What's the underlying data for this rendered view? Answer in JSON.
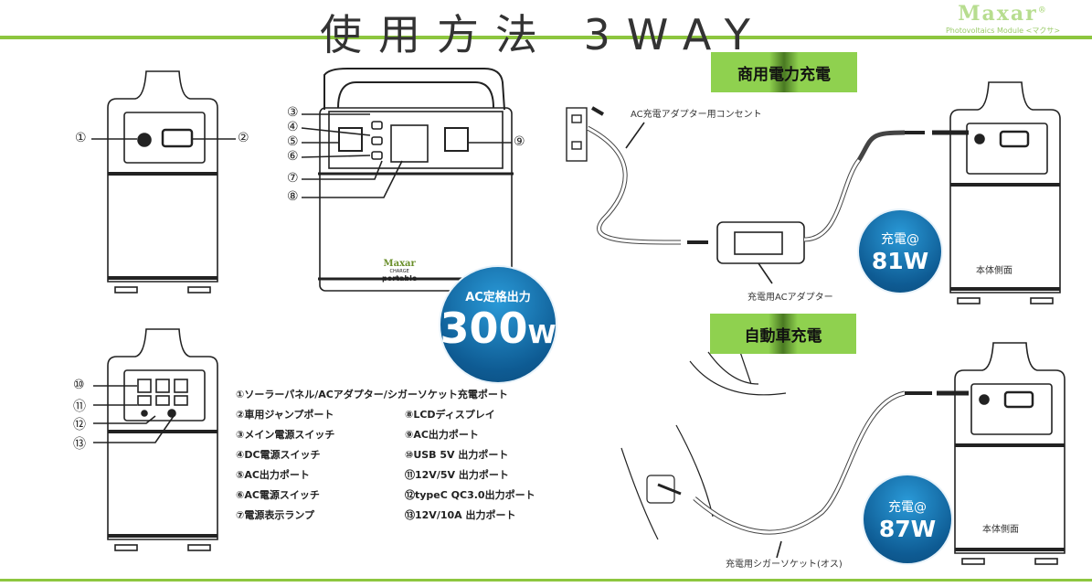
{
  "header": {
    "title": "使用方法 3WAY",
    "logo": {
      "brand": "Maxar",
      "registered": "®",
      "tagline": "Photovoltaics Module <マクサ>"
    }
  },
  "callouts": [
    "①",
    "②",
    "③",
    "④",
    "⑤",
    "⑥",
    "⑦",
    "⑧",
    "⑨",
    "⑩",
    "⑪",
    "⑫",
    "⑬"
  ],
  "legend": {
    "left": [
      "①ソーラーパネル/ACアダプター/シガーソケット充電ポート",
      "②車用ジャンプポート",
      "③メイン電源スイッチ",
      "④DC電源スイッチ",
      "⑤AC出力ポート",
      "⑥AC電源スイッチ",
      "⑦電源表示ランプ"
    ],
    "right": [
      "⑧LCDディスプレイ",
      "⑨AC出力ポート",
      "⑩USB 5V 出力ポート",
      "⑪12V/5V 出力ポート",
      "⑫typeC QC3.0出力ポート",
      "⑬12V/10A 出力ポート"
    ]
  },
  "rated_badge": {
    "label": "AC定格出力",
    "value": "300",
    "unit": "W"
  },
  "device_brand": {
    "name": "Maxar",
    "line2": "CHARGE",
    "line3": "portable"
  },
  "ac_charging": {
    "heading": "商用電力充電",
    "outlet_label": "AC充電アダプター用コンセント",
    "adapter_label": "充電用ACアダプター",
    "side_label": "本体側面",
    "badge_top": "充電@",
    "badge_value": "81W"
  },
  "car_charging": {
    "heading": "自動車充電",
    "plug_label": "充電用シガーソケット(オス)",
    "side_label": "本体側面",
    "badge_top": "充電@",
    "badge_value": "87W"
  },
  "colors": {
    "accent_green": "#8dc63f",
    "badge_blue": "#0e5b93"
  }
}
